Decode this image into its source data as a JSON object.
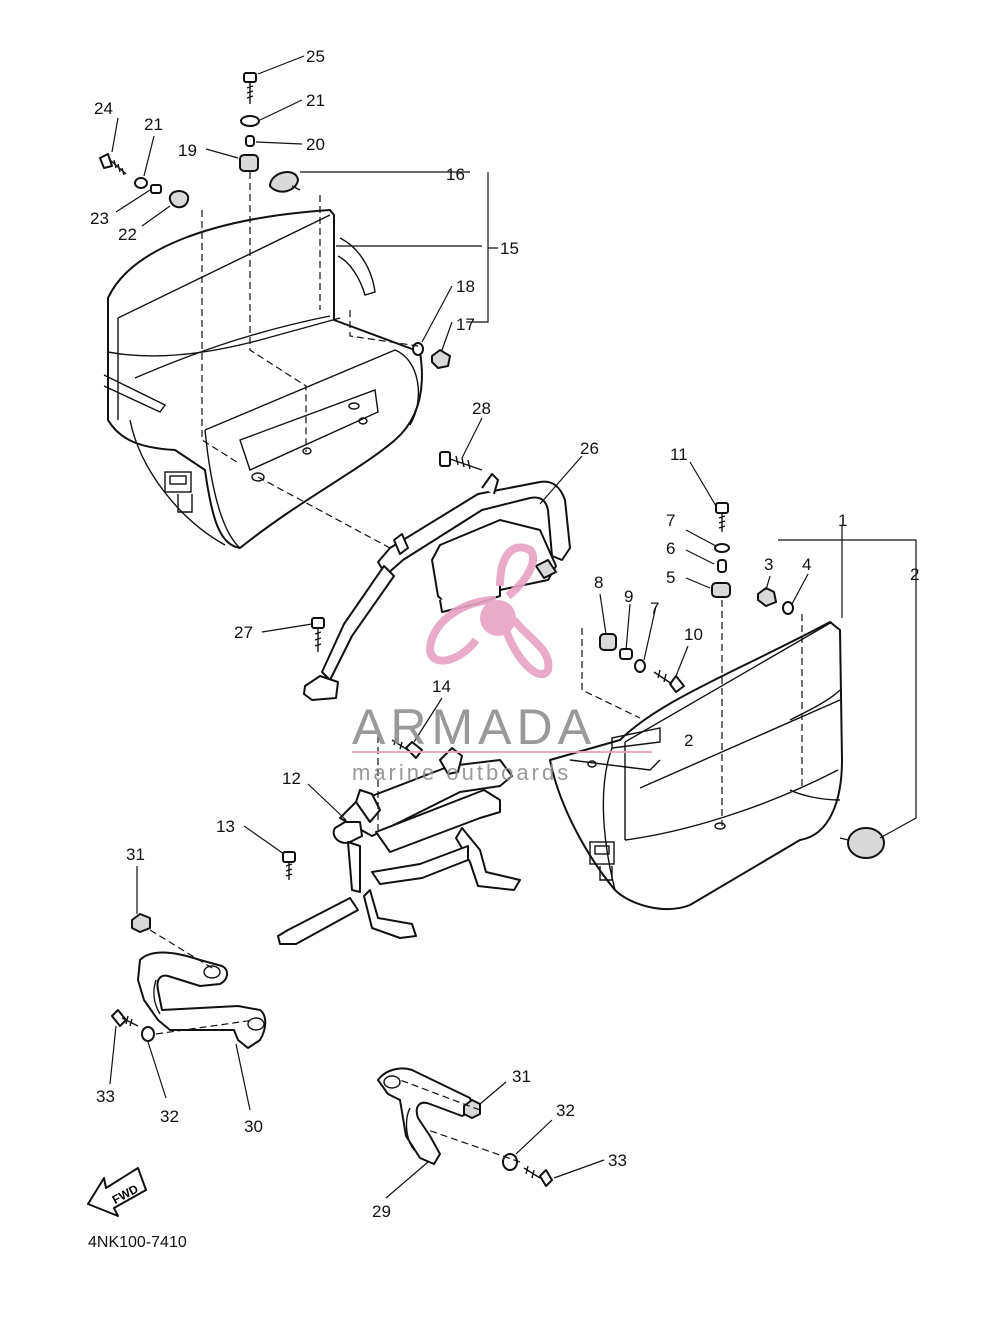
{
  "diagram_code": "4NK100-7410",
  "watermark": {
    "brand": "ARMADA",
    "tagline": "marine outboards",
    "accent": "#e8a3c4"
  },
  "direction_badge": "FWD",
  "labels": {
    "p1": "1",
    "p2": "2",
    "p2b": "2",
    "p3": "3",
    "p4": "4",
    "p5": "5",
    "p6": "6",
    "p7a": "7",
    "p7b": "7",
    "p8": "8",
    "p9": "9",
    "p10": "10",
    "p11": "11",
    "p12": "12",
    "p13": "13",
    "p14": "14",
    "p15": "15",
    "p16": "16",
    "p17": "17",
    "p18": "18",
    "p19": "19",
    "p20": "20",
    "p21a": "21",
    "p21b": "21",
    "p22": "22",
    "p23": "23",
    "p24": "24",
    "p25": "25",
    "p26": "26",
    "p27": "27",
    "p28": "28",
    "p29": "29",
    "p30": "30",
    "p31a": "31",
    "p31b": "31",
    "p32a": "32",
    "p32b": "32",
    "p33a": "33",
    "p33b": "33"
  }
}
